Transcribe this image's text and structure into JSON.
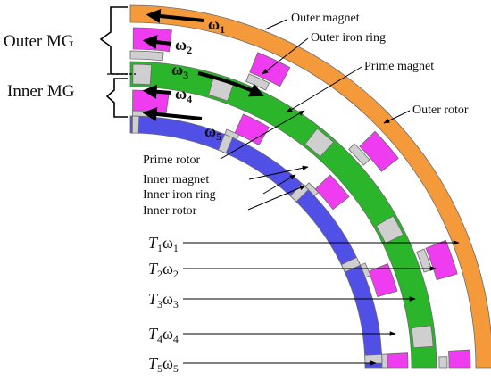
{
  "colors": {
    "outer_rotor": "#f59a3a",
    "prime_rotor": "#2bb52b",
    "inner_rotor": "#5050e6",
    "magnet": "#f03cf0",
    "iron": "#cfcfcf",
    "outline": "#6a6a6a"
  },
  "groups": {
    "outer": "Outer MG",
    "inner": "Inner MG"
  },
  "omega": {
    "w1": {
      "sym": "ω",
      "sub": "1"
    },
    "w2": {
      "sym": "ω",
      "sub": "2"
    },
    "w3": {
      "sym": "ω",
      "sub": "3"
    },
    "w4": {
      "sym": "ω",
      "sub": "4"
    },
    "w5": {
      "sym": "ω",
      "sub": "5"
    }
  },
  "callouts": {
    "outer_magnet": "Outer magnet",
    "outer_iron_ring": "Outer iron ring",
    "prime_magnet": "Prime magnet",
    "outer_rotor": "Outer rotor",
    "prime_rotor": "Prime rotor",
    "inner_magnet": "Inner magnet",
    "inner_iron_ring": "Inner iron ring",
    "inner_rotor": "Inner rotor"
  },
  "torque_labels": [
    {
      "t": "T",
      "tsub": "1",
      "w": "ω",
      "wsub": "1"
    },
    {
      "t": "T",
      "tsub": "2",
      "w": "ω",
      "wsub": "2"
    },
    {
      "t": "T",
      "tsub": "3",
      "w": "ω",
      "wsub": "3"
    },
    {
      "t": "T",
      "tsub": "4",
      "w": "ω",
      "wsub": "4"
    },
    {
      "t": "T",
      "tsub": "5",
      "w": "ω",
      "wsub": "5"
    }
  ]
}
